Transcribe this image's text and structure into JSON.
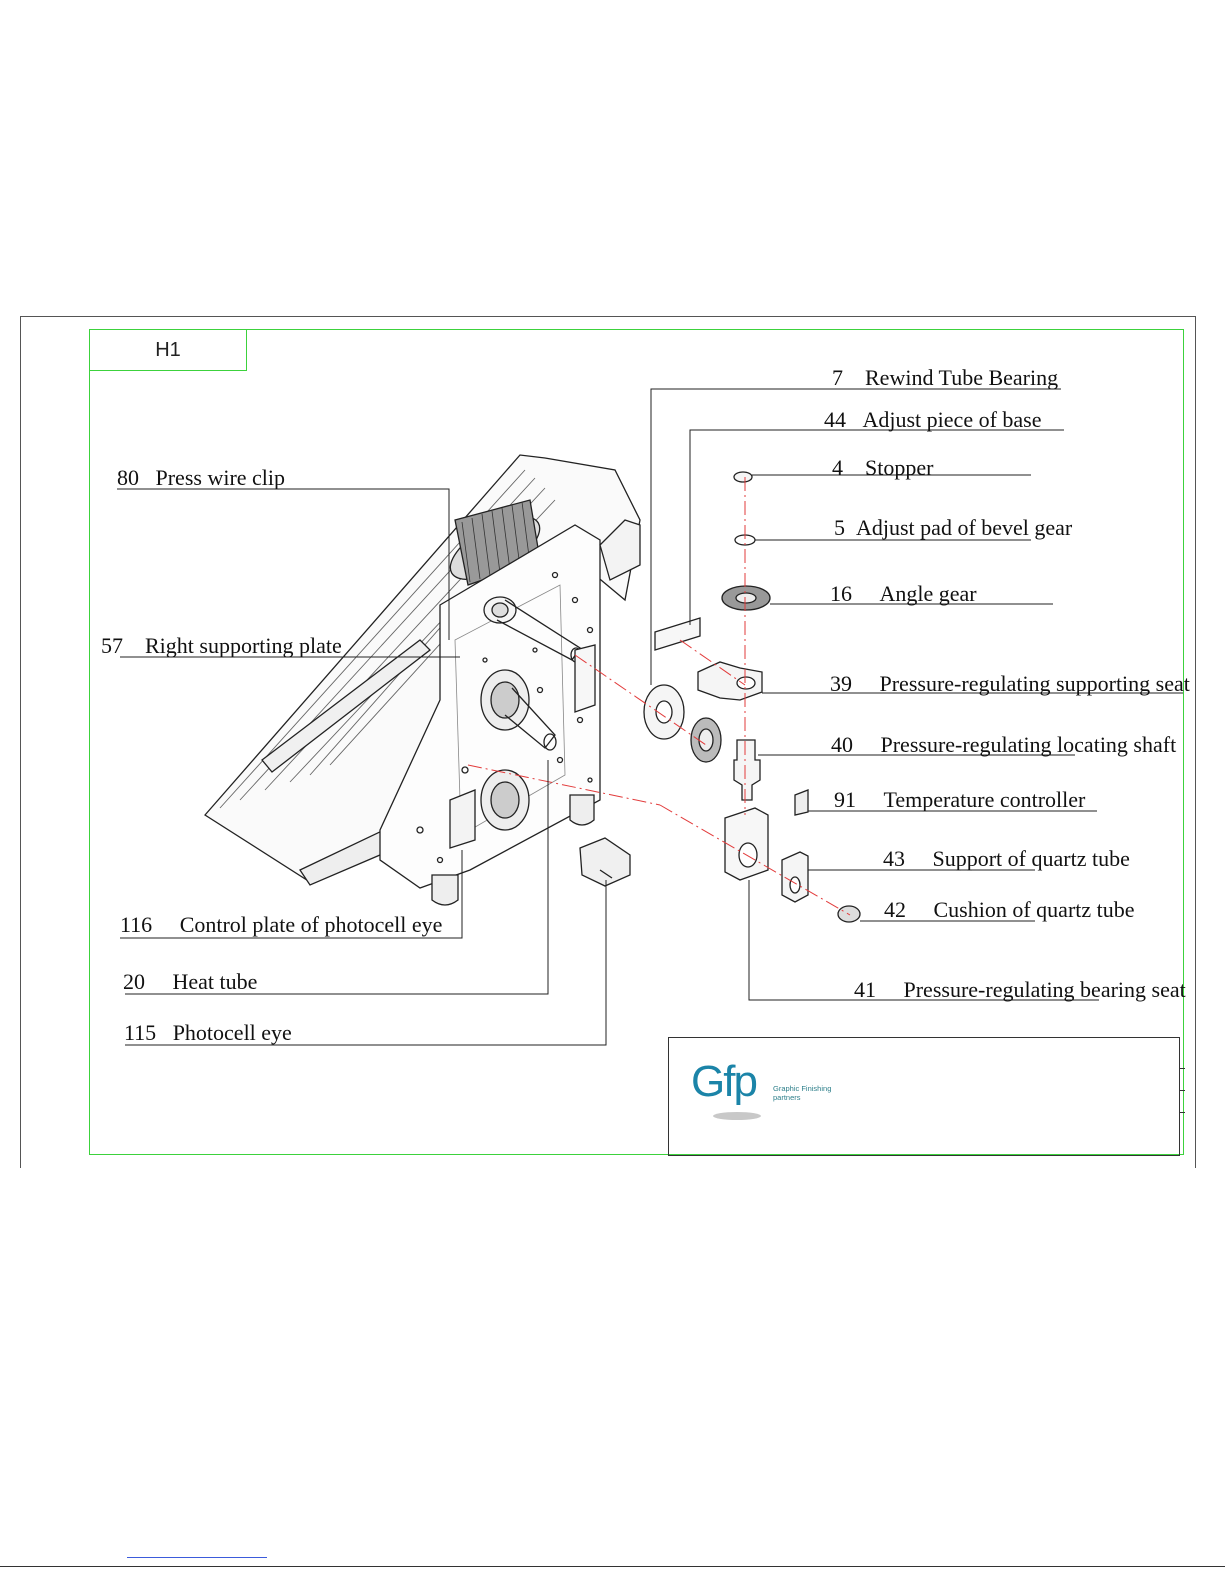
{
  "sheet": {
    "tag": "H1"
  },
  "callouts": [
    {
      "id": "c7",
      "number": "7",
      "name": "Rewind Tube Bearing"
    },
    {
      "id": "c44",
      "number": "44",
      "name": "Adjust piece of base"
    },
    {
      "id": "c4",
      "number": "4",
      "name": "Stopper"
    },
    {
      "id": "c5",
      "number": "5",
      "name": "Adjust pad of bevel gear"
    },
    {
      "id": "c16",
      "number": "16",
      "name": "Angle gear"
    },
    {
      "id": "c39",
      "number": "39",
      "name": "Pressure-regulating supporting seat"
    },
    {
      "id": "c40",
      "number": "40",
      "name": "Pressure-regulating locating shaft"
    },
    {
      "id": "c91",
      "number": "91",
      "name": "Temperature controller"
    },
    {
      "id": "c43",
      "number": "43",
      "name": "Support of quartz tube"
    },
    {
      "id": "c42",
      "number": "42",
      "name": "Cushion of quartz tube"
    },
    {
      "id": "c41",
      "number": "41",
      "name": "Pressure-regulating bearing seat"
    },
    {
      "id": "c80",
      "number": "80",
      "name": "Press wire clip"
    },
    {
      "id": "c57",
      "number": "57",
      "name": "Right supporting plate"
    },
    {
      "id": "c116",
      "number": "116",
      "name": "Control plate of photocell eye"
    },
    {
      "id": "c20",
      "number": "20",
      "name": "Heat tube"
    },
    {
      "id": "c115",
      "number": "115",
      "name": "Photocell eye"
    }
  ],
  "title_block": {
    "logo_mark": "Gfp",
    "logo_line1": "Graphic Finishing",
    "logo_line2": "partners"
  }
}
